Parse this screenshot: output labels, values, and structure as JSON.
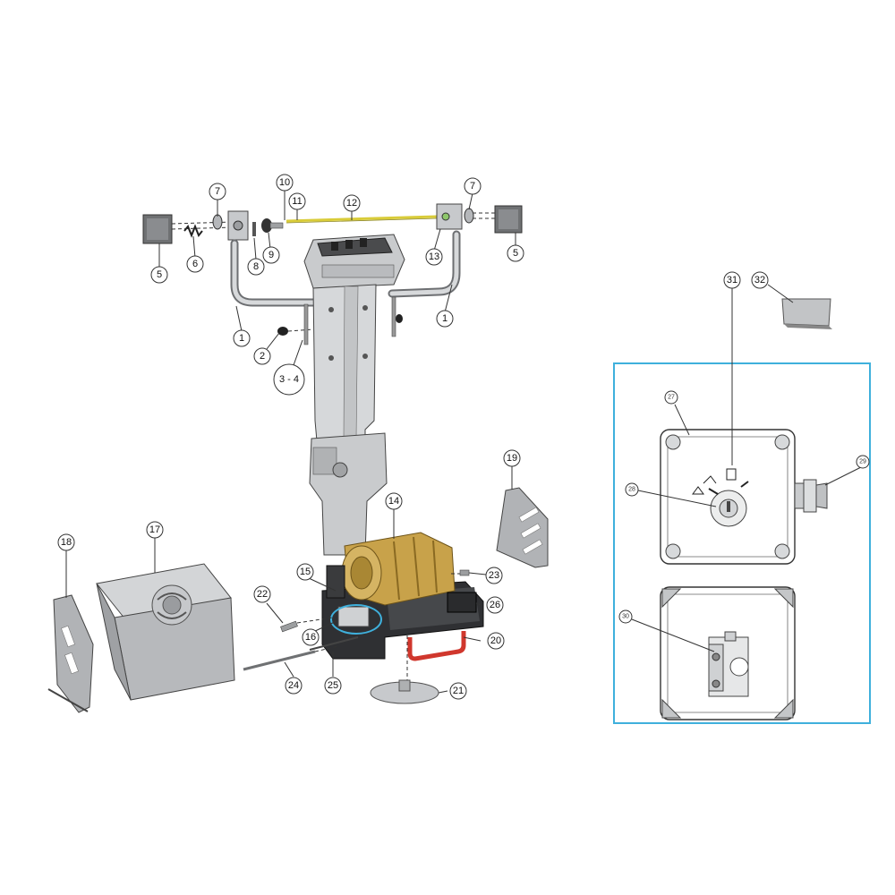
{
  "callouts": {
    "c1a": "1",
    "c1b": "1",
    "c2": "2",
    "c3_4": "3 - 4",
    "c5a": "5",
    "c5b": "5",
    "c6": "6",
    "c7a": "7",
    "c7b": "7",
    "c8": "8",
    "c9": "9",
    "c10": "10",
    "c11": "11",
    "c12": "12",
    "c13": "13",
    "c14": "14",
    "c15": "15",
    "c16": "16",
    "c17": "17",
    "c18": "18",
    "c19": "19",
    "c20": "20",
    "c21": "21",
    "c22": "22",
    "c23": "23",
    "c24": "24",
    "c25": "25",
    "c26": "26",
    "c27": "27",
    "c28": "28",
    "c29": "29",
    "c30": "30",
    "c31": "31",
    "c32": "32"
  },
  "colors": {
    "frame_blue": "#3fb0dc",
    "brass": "#c8a24a",
    "brass_dark": "#8a6a22",
    "steel": "#a9abae",
    "steel_light": "#cfd1d3",
    "dark": "#2b2b2b",
    "red_handle": "#d0372d",
    "cable_yellow": "#d9cc39"
  }
}
